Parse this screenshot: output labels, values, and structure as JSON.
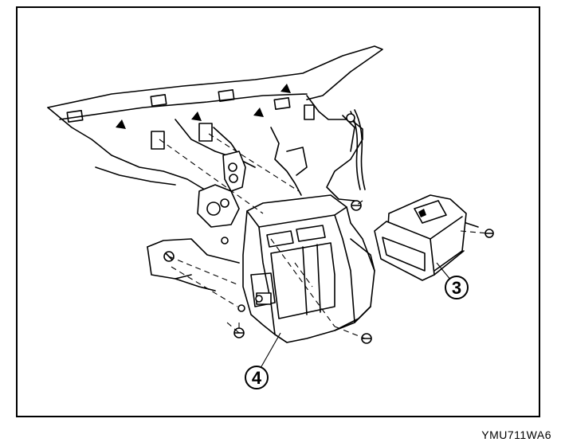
{
  "figure": {
    "callouts": [
      {
        "label": "3"
      },
      {
        "label": "4"
      }
    ],
    "figure_code": "YMU711WA6"
  }
}
